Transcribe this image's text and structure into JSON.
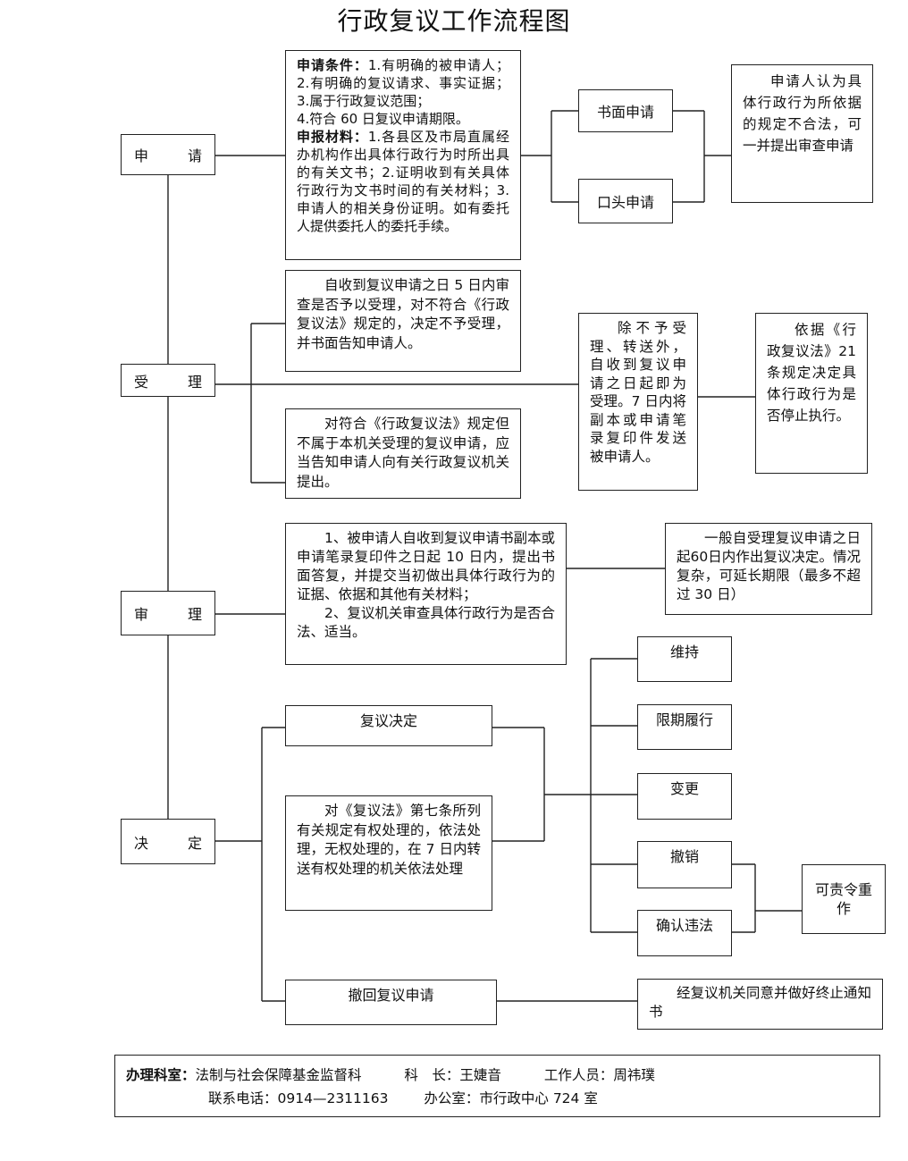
{
  "title": "行政复议工作流程图",
  "stages": {
    "apply": [
      "申",
      "请"
    ],
    "accept": [
      "受",
      "理"
    ],
    "review": [
      "审",
      "理"
    ],
    "decide": [
      "决",
      "定"
    ]
  },
  "apply": {
    "cond_label": "申请条件：",
    "cond_text": "1.有明确的被申请人；2.有明确的复议请求、事实证据；3.属于行政复议范围；",
    "cond_text2": "4.符合 60 日复议申请期限。",
    "mat_label": "申报材料：",
    "mat_text": "1.各县区及市局直属经办机构作出具体行政行为时所出具的有关文书；2.证明收到有关具体行政行为文书时间的有关材料；3.申请人的相关身份证明。如有委托人提供委托人的委托手续。",
    "written": "书面申请",
    "oral": "口头申请",
    "review_note": "申请人认为具体行政行为所依据的规定不合法，可一并提出审查申请"
  },
  "accept": {
    "reject": "自收到复议申请之日 5 日内审查是否予以受理，对不符合《行政复议法》规定的，决定不予受理，并书面告知申请人。",
    "transfer": "对符合《行政复议法》规定但不属于本机关受理的复议申请，应当告知申请人向有关行政复议机关提出。",
    "accepted": "除不予受理、转送外，自收到复议申请之日起即为受理。7 日内将副本或申请笔录复印件发送被申请人。",
    "no_stop": "依据《行政复议法》21 条规定决定具体行政行为是否停止执行。"
  },
  "review": {
    "steps_1": "1、被申请人自收到复议申请书副本或申请笔录复印件之日起 10 日内，提出书面答复，并提交当初做出具体行政行为的证据、依据和其他有关材料；",
    "steps_2": "2、复议机关审查具体行政行为是否合法、适当。",
    "period": "一般自受理复议申请之日起60日内作出复议决定。情况复杂，可延长期限（最多不超过 30 日）"
  },
  "decide": {
    "decision": "复议决定",
    "art7": "对《复议法》第七条所列有关规定有权处理的，依法处理，无权处理的，在 7 日内转送有权处理的机关依法处理",
    "withdraw": "撤回复议申请",
    "outcomes": [
      "维持",
      "限期履行",
      "变更",
      "撤销",
      "确认违法"
    ],
    "redo": "可责令重作",
    "terminate": "经复议机关同意并做好终止通知书"
  },
  "footer": {
    "office_label": "办理科室：",
    "office": "法制与社会保障基金监督科",
    "chief_label": "科　长：",
    "chief": "王婕音",
    "staff_label": "工作人员：",
    "staff": "周祎璞",
    "phone_label": "联系电话：",
    "phone": "0914—2311163",
    "room_label": "办公室：",
    "room": "市行政中心 724 室"
  }
}
